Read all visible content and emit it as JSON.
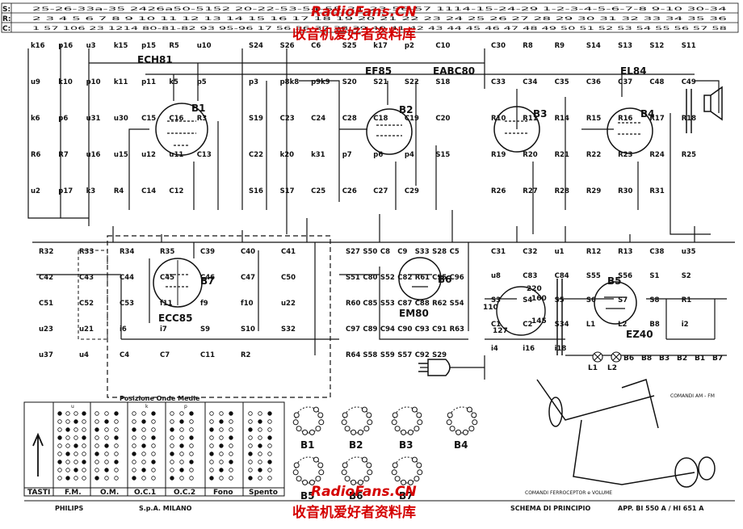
{
  "watermark": {
    "url": "RadioFans.CN",
    "chinese": "收音机爱好者资料库"
  },
  "header": {
    "row_keys": [
      "S:",
      "R:",
      "C:"
    ],
    "row_s_refs": "25-26-33a-35   2426a50-5152   20-22-53-54-55-21-23-56-57   1114-15-24-29   1-2-3-4-5-6-7-8   9-10   30-34",
    "row_r_refs": "2   3   4   5   6   7   8   9   10   11   12   13   14   15   16   17   18   19   20   21   22   23   24   25   26   27   28   29   30   31   32   33   34   35   36",
    "row_c_refs": "1   57   106   23   1214   80-81-82   93   95-96   17   56   36-37   38   39   40   41   42   43   44   45   46   47   48   49   50   51   52   53   54   55   56   57   58"
  },
  "tubes": [
    {
      "ref": "B1",
      "type": "ECH81"
    },
    {
      "ref": "B2",
      "type": "EF85"
    },
    {
      "ref": "B3",
      "type": "EABC80"
    },
    {
      "ref": "B4",
      "type": "EL84"
    },
    {
      "ref": "B5",
      "type": "EZ40"
    },
    {
      "ref": "B6",
      "type": "EM80"
    },
    {
      "ref": "B7",
      "type": "ECC85"
    }
  ],
  "component_labels": [
    "k16",
    "p16",
    "u3",
    "k15",
    "p15",
    "R5",
    "u10",
    "u9",
    "k10",
    "p10",
    "k11",
    "p11",
    "k5",
    "p5",
    "k6",
    "p6",
    "u31",
    "u30",
    "C15",
    "C16",
    "R3",
    "R6",
    "R7",
    "u16",
    "u15",
    "u12",
    "u11",
    "C13",
    "u2",
    "p17",
    "k3",
    "R4",
    "C14",
    "C12",
    "S24",
    "S26",
    "C6",
    "S25",
    "k17",
    "p2",
    "C10",
    "p3",
    "p8k8",
    "p9k9",
    "S20",
    "S21",
    "S22",
    "S18",
    "S19",
    "C23",
    "C24",
    "C28",
    "C18",
    "C19",
    "C20",
    "C22",
    "k20",
    "k31",
    "p7",
    "p6",
    "p4",
    "S15",
    "S16",
    "S17",
    "C25",
    "C26",
    "C27",
    "C29",
    "C30",
    "R8",
    "R9",
    "S14",
    "S13",
    "S12",
    "S11",
    "C33",
    "C34",
    "C35",
    "C36",
    "C37",
    "C48",
    "C49",
    "R10",
    "R11",
    "R14",
    "R15",
    "R16",
    "R17",
    "R18",
    "R19",
    "R20",
    "R21",
    "R22",
    "R23",
    "R24",
    "R25",
    "R26",
    "R27",
    "R28",
    "R29",
    "R30",
    "R31",
    "R32",
    "R33",
    "R34",
    "R35",
    "C39",
    "C40",
    "C41",
    "C42",
    "C43",
    "C44",
    "C45",
    "C46",
    "C47",
    "C50",
    "C51",
    "C52",
    "C53",
    "f11",
    "f9",
    "f10",
    "u22",
    "u23",
    "u21",
    "i6",
    "i7",
    "S9",
    "S10",
    "S32",
    "u37",
    "u4",
    "C4",
    "C7",
    "C11",
    "R2",
    "S27",
    "S50",
    "C8",
    "C9",
    "S33",
    "S28",
    "C5",
    "S51",
    "C80",
    "S52",
    "C82",
    "R61",
    "C95",
    "C96",
    "R60",
    "C85",
    "S53",
    "C87",
    "C88",
    "R62",
    "S54",
    "C97",
    "C89",
    "C94",
    "C90",
    "C93",
    "C91",
    "R63",
    "R64",
    "S58",
    "S59",
    "S57",
    "C92",
    "S29",
    "C31",
    "C32",
    "u1",
    "R12",
    "R13",
    "C38",
    "u35",
    "u8",
    "C83",
    "C84",
    "S55",
    "S56",
    "S1",
    "S2",
    "S3",
    "S4",
    "S5",
    "S6",
    "S7",
    "S8",
    "R1",
    "C1",
    "C2",
    "S34",
    "L1",
    "L2",
    "B8",
    "i2",
    "i4",
    "i16",
    "i18"
  ],
  "mains_taps": [
    "220",
    "160",
    "145",
    "127",
    "110"
  ],
  "pilot_lamps": [
    "L1",
    "L2",
    "B6",
    "B8",
    "B3",
    "B2",
    "B1",
    "B7"
  ],
  "switch_table": {
    "title": "Posizione Onde Medie",
    "key_header": "TASTI",
    "positions": [
      "F.M.",
      "O.M.",
      "O.C.1",
      "O.C.2",
      "Fono",
      "Spento"
    ],
    "section_letters": [
      "u",
      "k",
      "p"
    ]
  },
  "socket_labels": [
    "B1",
    "B2",
    "B3",
    "B4",
    "B5",
    "B6",
    "B7"
  ],
  "mech_notes": {
    "am_fm": "COMANDI AM - FM",
    "ferro": "COMANDI FERROCEPTOR e VOLUME"
  },
  "footer": {
    "brand": "PHILIPS",
    "company": "S.p.A.  MILANO",
    "title": "SCHEMA DI PRINCIPIO",
    "models": "APP. BI 550 A / HI 651 A"
  }
}
